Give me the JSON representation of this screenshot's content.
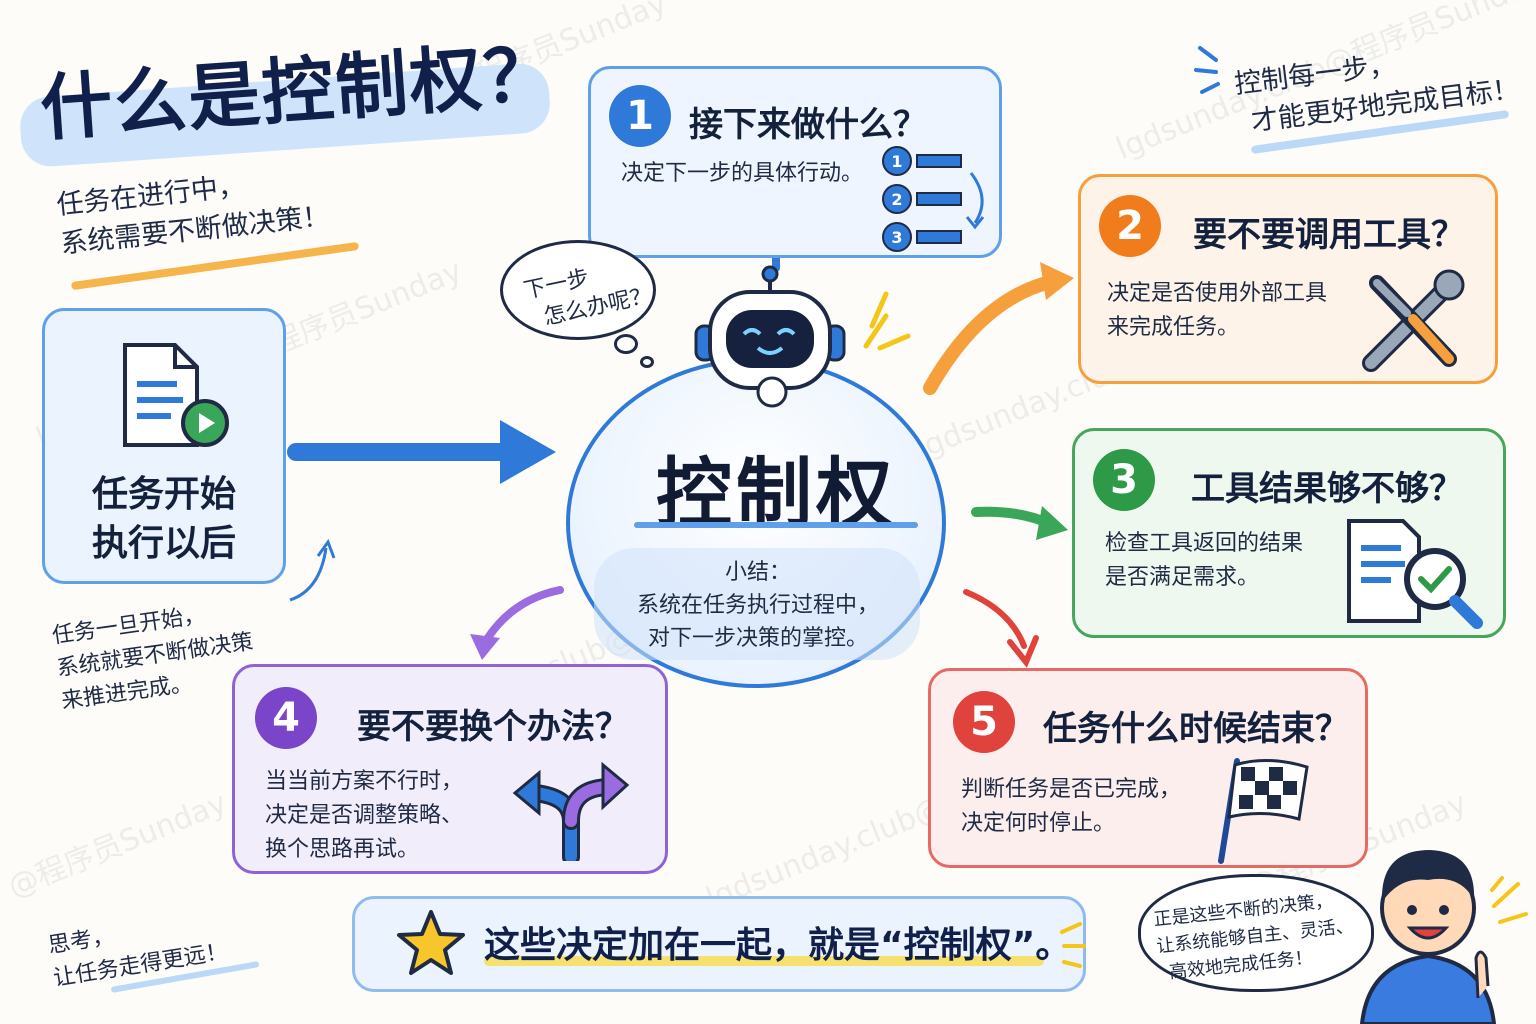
{
  "title": "什么是控制权？",
  "subtitle_note": {
    "line1": "任务在进行中，",
    "line2": "系统需要不断做决策！"
  },
  "top_right_note": {
    "line1": "控制每一步，",
    "line2": "才能更好地完成目标！"
  },
  "start_box": {
    "line1": "任务开始",
    "line2": "执行以后"
  },
  "start_note": {
    "line1": "任务一旦开始，",
    "line2": "系统就要不断做决策",
    "line3": "来推进完成。"
  },
  "thought_bubble": {
    "line1": "下一步",
    "line2": "怎么办呢？"
  },
  "center": {
    "title": "控制权",
    "summary_label": "小结：",
    "summary_line1": "系统在任务执行过程中，",
    "summary_line2": "对下一步决策的掌控。"
  },
  "decisions": [
    {
      "num": "1",
      "title": "接下来做什么？",
      "desc1": "决定下一步的具体行动。",
      "desc2": "",
      "desc3": "",
      "color": "#2f7ad9",
      "icon": "numbered-list-icon",
      "list_nums": [
        "1",
        "2",
        "3"
      ]
    },
    {
      "num": "2",
      "title": "要不要调用工具？",
      "desc1": "决定是否使用外部工具",
      "desc2": "来完成任务。",
      "desc3": "",
      "color": "#f07c1c",
      "icon": "tools-icon"
    },
    {
      "num": "3",
      "title": "工具结果够不够？",
      "desc1": "检查工具返回的结果",
      "desc2": "是否满足需求。",
      "desc3": "",
      "color": "#2e9a48",
      "icon": "document-check-icon"
    },
    {
      "num": "4",
      "title": "要不要换个办法？",
      "desc1": "当当前方案不行时，",
      "desc2": "决定是否调整策略、",
      "desc3": "换个思路再试。",
      "color": "#7a45c9",
      "icon": "fork-arrows-icon"
    },
    {
      "num": "5",
      "title": "任务什么时候结束？",
      "desc1": "判断任务是否已完成，",
      "desc2": "决定何时停止。",
      "desc3": "",
      "color": "#e0433c",
      "icon": "checkered-flag-icon"
    }
  ],
  "banner": "这些决定加在一起，就是“控制权”。",
  "bottom_left_note": {
    "line1": "思考，",
    "line2": "让任务走得更远！"
  },
  "speech_bubble": {
    "line1": "正是这些不断的决策，",
    "line2": "让系统能够自主、灵活、",
    "line3": "高效地完成任务！"
  },
  "watermarks": [
    "@程序员Sunday",
    "lgdsunday.club@程序员Sunday",
    "lgdsunday.club@程序员Sunday",
    "lgdsunday.club@程序员Sunday",
    "@程序员Sunday",
    "lgdsunday.club@程序员Sunday",
    "@程序员Sunday",
    "lgdsunday.club@程序员Sunday"
  ]
}
